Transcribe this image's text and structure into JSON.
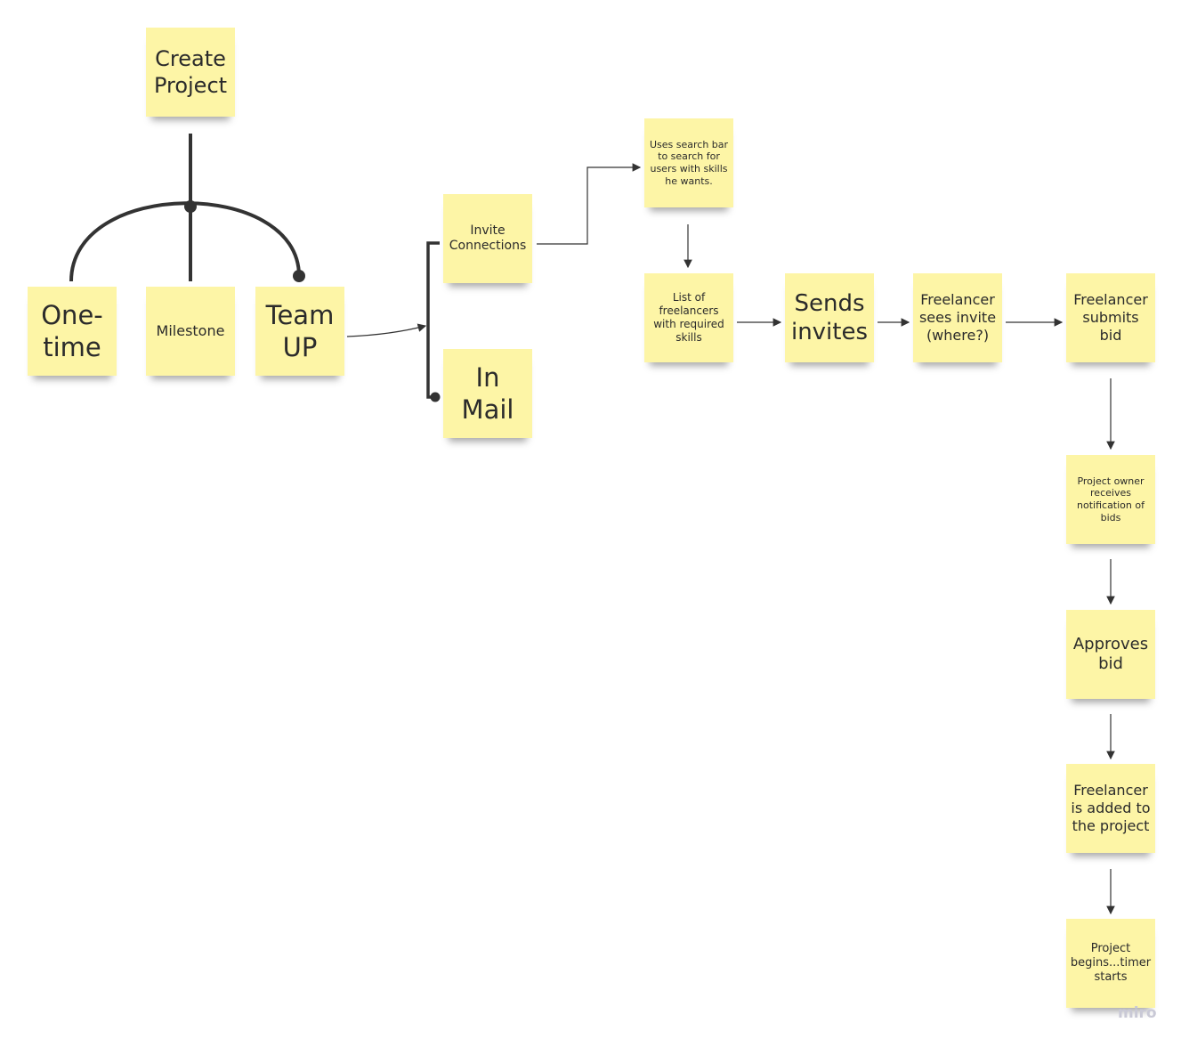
{
  "notes": {
    "create_project": "Create Project",
    "one_time": "One-time",
    "milestone": "Milestone",
    "team_up": "Team UP",
    "invite_connections": "Invite Connections",
    "in_mail": "In Mail",
    "uses_search": "Uses search bar to search for users with skills he wants.",
    "list_of_freelancers": "List of freelancers with required skills",
    "sends_invites": "Sends invites",
    "freelancer_sees_invite": "Freelancer sees invite (where?)",
    "freelancer_submits_bid": "Freelancer submits bid",
    "owner_receives_notification": "Project owner receives notification of bids",
    "approves_bid": "Approves bid",
    "freelancer_added": "Freelancer is added to the project",
    "project_begins": "Project begins...timer starts"
  },
  "watermark": "miro",
  "colors": {
    "note": "#fdf5a6",
    "line": "#333333"
  }
}
